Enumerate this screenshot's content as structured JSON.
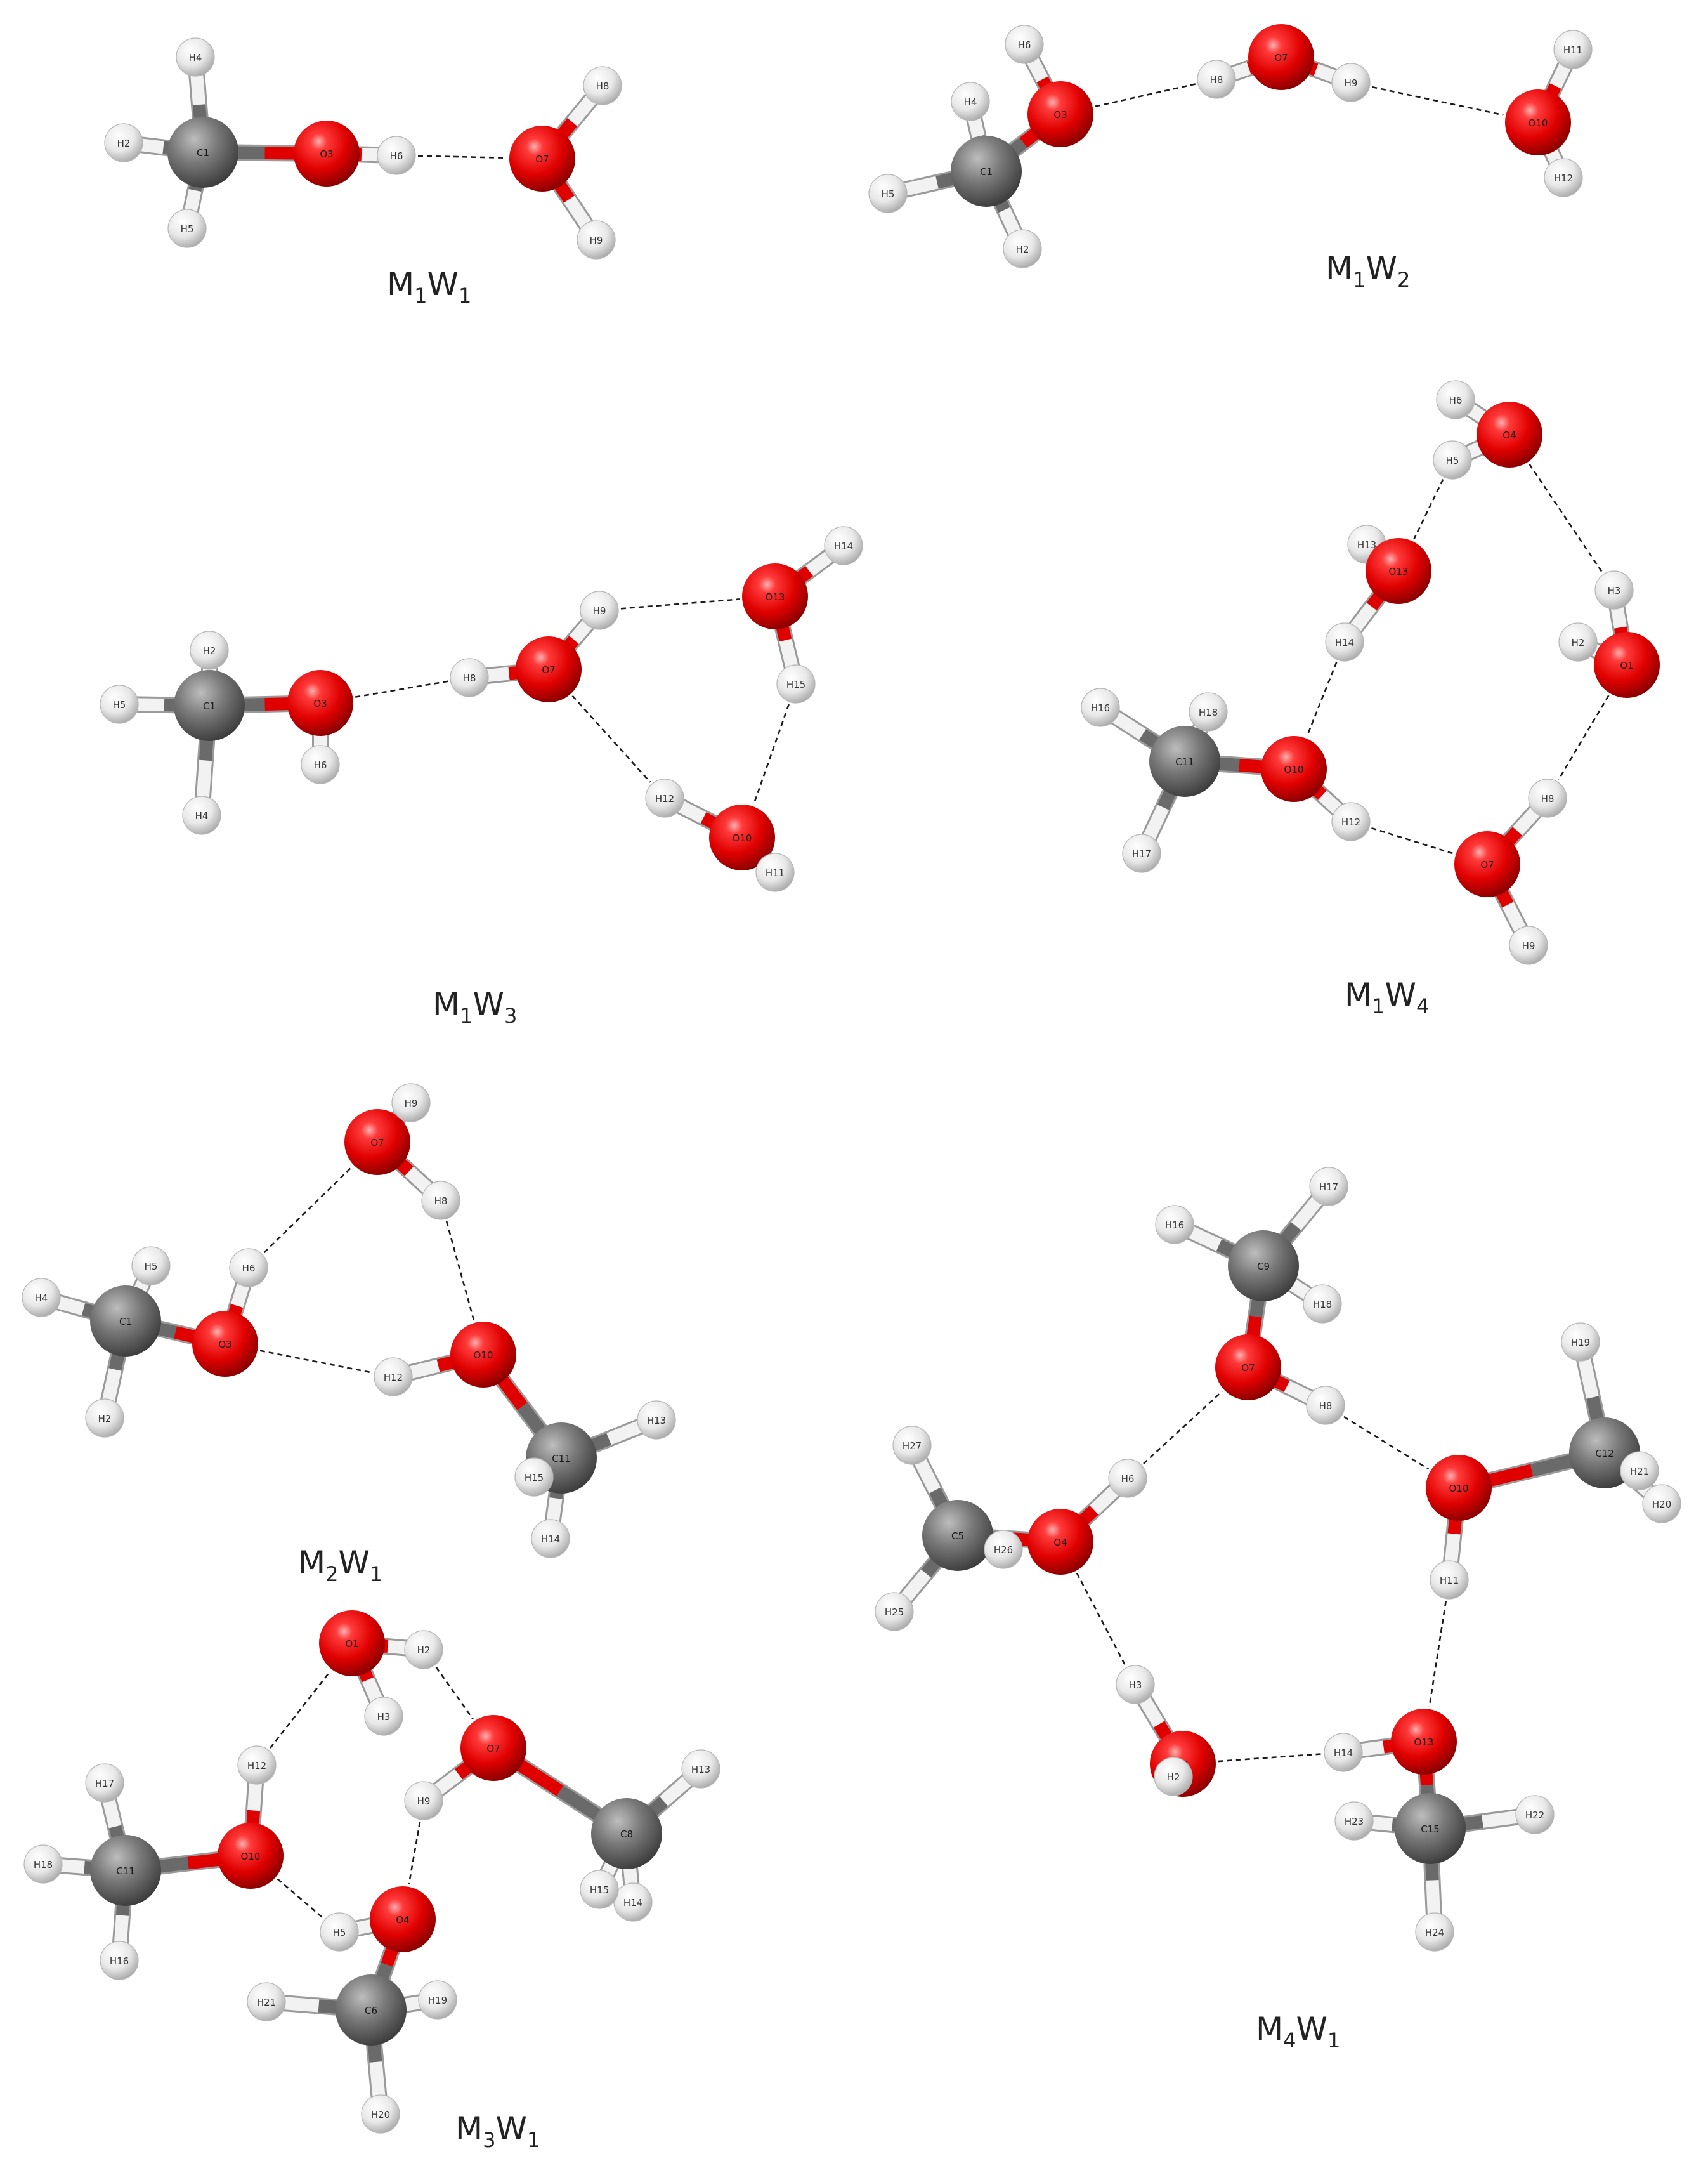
{
  "panels": [
    {
      "id": "m1w1",
      "caption": {
        "base1": "M",
        "sub1": "1",
        "base2": "W",
        "sub2": "1"
      },
      "atoms": [
        {
          "id": "C1",
          "label": "C1",
          "el": "C"
        },
        {
          "id": "O3",
          "label": "O3",
          "el": "O"
        },
        {
          "id": "H2",
          "label": "H2",
          "el": "H"
        },
        {
          "id": "H4",
          "label": "H4",
          "el": "H"
        },
        {
          "id": "H5",
          "label": "H5",
          "el": "H"
        },
        {
          "id": "H6",
          "label": "H6",
          "el": "H"
        },
        {
          "id": "O7",
          "label": "O7",
          "el": "O"
        },
        {
          "id": "H8",
          "label": "H8",
          "el": "H"
        },
        {
          "id": "H9",
          "label": "H9",
          "el": "H"
        }
      ],
      "bonds": [
        [
          "C1",
          "O3"
        ],
        [
          "C1",
          "H2"
        ],
        [
          "C1",
          "H4"
        ],
        [
          "C1",
          "H5"
        ],
        [
          "O3",
          "H6"
        ],
        [
          "O7",
          "H8"
        ],
        [
          "O7",
          "H9"
        ]
      ],
      "hbonds": [
        [
          "H6",
          "O7"
        ]
      ]
    },
    {
      "id": "m1w2",
      "caption": {
        "base1": "M",
        "sub1": "1",
        "base2": "W",
        "sub2": "2"
      },
      "atoms": [
        {
          "id": "C1",
          "label": "C1",
          "el": "C"
        },
        {
          "id": "O3",
          "label": "O3",
          "el": "O"
        },
        {
          "id": "H2",
          "label": "H2",
          "el": "H"
        },
        {
          "id": "H4",
          "label": "H4",
          "el": "H"
        },
        {
          "id": "H5",
          "label": "H5",
          "el": "H"
        },
        {
          "id": "H6",
          "label": "H6",
          "el": "H"
        },
        {
          "id": "O7",
          "label": "O7",
          "el": "O"
        },
        {
          "id": "H8",
          "label": "H8",
          "el": "H"
        },
        {
          "id": "H9",
          "label": "H9",
          "el": "H"
        },
        {
          "id": "O10",
          "label": "O10",
          "el": "O"
        },
        {
          "id": "H11",
          "label": "H11",
          "el": "H"
        },
        {
          "id": "H12",
          "label": "H12",
          "el": "H"
        }
      ],
      "bonds": [
        [
          "C1",
          "O3"
        ],
        [
          "C1",
          "H2"
        ],
        [
          "C1",
          "H4"
        ],
        [
          "C1",
          "H5"
        ],
        [
          "O3",
          "H6"
        ],
        [
          "O7",
          "H8"
        ],
        [
          "O7",
          "H9"
        ],
        [
          "O10",
          "H11"
        ],
        [
          "O10",
          "H12"
        ]
      ],
      "hbonds": [
        [
          "O3",
          "H8"
        ],
        [
          "H9",
          "O10"
        ]
      ]
    },
    {
      "id": "m1w3",
      "caption": {
        "base1": "M",
        "sub1": "1",
        "base2": "W",
        "sub2": "3"
      },
      "atoms": [
        {
          "id": "C1",
          "label": "C1",
          "el": "C"
        },
        {
          "id": "O3",
          "label": "O3",
          "el": "O"
        },
        {
          "id": "H2",
          "label": "H2",
          "el": "H"
        },
        {
          "id": "H4",
          "label": "H4",
          "el": "H"
        },
        {
          "id": "H5",
          "label": "H5",
          "el": "H"
        },
        {
          "id": "H6",
          "label": "H6",
          "el": "H"
        },
        {
          "id": "O7",
          "label": "O7",
          "el": "O"
        },
        {
          "id": "H8",
          "label": "H8",
          "el": "H"
        },
        {
          "id": "H9",
          "label": "H9",
          "el": "H"
        },
        {
          "id": "O10",
          "label": "O10",
          "el": "O"
        },
        {
          "id": "H11",
          "label": "H11",
          "el": "H"
        },
        {
          "id": "H12",
          "label": "H12",
          "el": "H"
        },
        {
          "id": "O13",
          "label": "O13",
          "el": "O"
        },
        {
          "id": "H14",
          "label": "H14",
          "el": "H"
        },
        {
          "id": "H15",
          "label": "H15",
          "el": "H"
        }
      ],
      "bonds": [
        [
          "C1",
          "O3"
        ],
        [
          "C1",
          "H2"
        ],
        [
          "C1",
          "H4"
        ],
        [
          "C1",
          "H5"
        ],
        [
          "O3",
          "H6"
        ],
        [
          "O7",
          "H8"
        ],
        [
          "O7",
          "H9"
        ],
        [
          "O10",
          "H11"
        ],
        [
          "O10",
          "H12"
        ],
        [
          "O13",
          "H14"
        ],
        [
          "O13",
          "H15"
        ]
      ],
      "hbonds": [
        [
          "O3",
          "H8"
        ],
        [
          "H9",
          "O13"
        ],
        [
          "O7",
          "H12"
        ],
        [
          "H15",
          "O10"
        ]
      ]
    },
    {
      "id": "m1w4",
      "caption": {
        "base1": "M",
        "sub1": "1",
        "base2": "W",
        "sub2": "4"
      },
      "atoms": [
        {
          "id": "H6",
          "label": "H6",
          "el": "H"
        },
        {
          "id": "H5",
          "label": "H5",
          "el": "H"
        },
        {
          "id": "O4",
          "label": "O4",
          "el": "O"
        },
        {
          "id": "H13",
          "label": "H13",
          "el": "H"
        },
        {
          "id": "O13",
          "label": "O13",
          "el": "O"
        },
        {
          "id": "H14",
          "label": "H14",
          "el": "H"
        },
        {
          "id": "H3",
          "label": "H3",
          "el": "H"
        },
        {
          "id": "H2",
          "label": "H2",
          "el": "H"
        },
        {
          "id": "O1",
          "label": "O1",
          "el": "O"
        },
        {
          "id": "C11",
          "label": "C11",
          "el": "C"
        },
        {
          "id": "O10",
          "label": "O10",
          "el": "O"
        },
        {
          "id": "H16",
          "label": "H16",
          "el": "H"
        },
        {
          "id": "H17",
          "label": "H17",
          "el": "H"
        },
        {
          "id": "H18",
          "label": "H18",
          "el": "H"
        },
        {
          "id": "H12",
          "label": "H12",
          "el": "H"
        },
        {
          "id": "H8",
          "label": "H8",
          "el": "H"
        },
        {
          "id": "O7",
          "label": "O7",
          "el": "O"
        },
        {
          "id": "H9",
          "label": "H9",
          "el": "H"
        }
      ],
      "bonds": [
        [
          "O4",
          "H6"
        ],
        [
          "O4",
          "H5"
        ],
        [
          "O13",
          "H13"
        ],
        [
          "O13",
          "H14"
        ],
        [
          "O1",
          "H3"
        ],
        [
          "O1",
          "H2"
        ],
        [
          "C11",
          "O10"
        ],
        [
          "C11",
          "H16"
        ],
        [
          "C11",
          "H17"
        ],
        [
          "C11",
          "H18"
        ],
        [
          "O10",
          "H12"
        ],
        [
          "O7",
          "H8"
        ],
        [
          "O7",
          "H9"
        ]
      ],
      "hbonds": [
        [
          "H5",
          "O13"
        ],
        [
          "O4",
          "H3"
        ],
        [
          "H14",
          "O10"
        ],
        [
          "O1",
          "H8"
        ],
        [
          "H12",
          "O7"
        ]
      ]
    },
    {
      "id": "m2w1",
      "caption": {
        "base1": "M",
        "sub1": "2",
        "base2": "W",
        "sub2": "1"
      },
      "atoms": [
        {
          "id": "O7",
          "label": "O7",
          "el": "O"
        },
        {
          "id": "H9",
          "label": "H9",
          "el": "H"
        },
        {
          "id": "H8",
          "label": "H8",
          "el": "H"
        },
        {
          "id": "C1",
          "label": "C1",
          "el": "C"
        },
        {
          "id": "O3",
          "label": "O3",
          "el": "O"
        },
        {
          "id": "H4",
          "label": "H4",
          "el": "H"
        },
        {
          "id": "H5",
          "label": "H5",
          "el": "H"
        },
        {
          "id": "H2",
          "label": "H2",
          "el": "H"
        },
        {
          "id": "H6",
          "label": "H6",
          "el": "H"
        },
        {
          "id": "O10",
          "label": "O10",
          "el": "O"
        },
        {
          "id": "H12",
          "label": "H12",
          "el": "H"
        },
        {
          "id": "C11",
          "label": "C11",
          "el": "C"
        },
        {
          "id": "H13",
          "label": "H13",
          "el": "H"
        },
        {
          "id": "H14",
          "label": "H14",
          "el": "H"
        },
        {
          "id": "H15",
          "label": "H15",
          "el": "H"
        }
      ],
      "bonds": [
        [
          "O7",
          "H9"
        ],
        [
          "O7",
          "H8"
        ],
        [
          "C1",
          "O3"
        ],
        [
          "C1",
          "H4"
        ],
        [
          "C1",
          "H5"
        ],
        [
          "C1",
          "H2"
        ],
        [
          "O3",
          "H6"
        ],
        [
          "O10",
          "H12"
        ],
        [
          "O10",
          "C11"
        ],
        [
          "C11",
          "H13"
        ],
        [
          "C11",
          "H14"
        ],
        [
          "C11",
          "H15"
        ]
      ],
      "hbonds": [
        [
          "H6",
          "O7"
        ],
        [
          "H8",
          "O10"
        ],
        [
          "O3",
          "H12"
        ]
      ]
    },
    {
      "id": "m3w1",
      "caption": {
        "base1": "M",
        "sub1": "3",
        "base2": "W",
        "sub2": "1"
      },
      "atoms": [
        {
          "id": "O1",
          "label": "O1",
          "el": "O"
        },
        {
          "id": "H2",
          "label": "H2",
          "el": "H"
        },
        {
          "id": "H3",
          "label": "H3",
          "el": "H"
        },
        {
          "id": "O7",
          "label": "O7",
          "el": "O"
        },
        {
          "id": "C8",
          "label": "C8",
          "el": "C"
        },
        {
          "id": "H9",
          "label": "H9",
          "el": "H"
        },
        {
          "id": "H13",
          "label": "H13",
          "el": "H"
        },
        {
          "id": "H14",
          "label": "H14",
          "el": "H"
        },
        {
          "id": "H15",
          "label": "H15",
          "el": "H"
        },
        {
          "id": "C11",
          "label": "C11",
          "el": "C"
        },
        {
          "id": "O10",
          "label": "O10",
          "el": "O"
        },
        {
          "id": "H12",
          "label": "H12",
          "el": "H"
        },
        {
          "id": "H16",
          "label": "H16",
          "el": "H"
        },
        {
          "id": "H17",
          "label": "H17",
          "el": "H"
        },
        {
          "id": "H18",
          "label": "H18",
          "el": "H"
        },
        {
          "id": "O4",
          "label": "O4",
          "el": "O"
        },
        {
          "id": "H5",
          "label": "H5",
          "el": "H"
        },
        {
          "id": "C6",
          "label": "C6",
          "el": "C"
        },
        {
          "id": "H19",
          "label": "H19",
          "el": "H"
        },
        {
          "id": "H20",
          "label": "H20",
          "el": "H"
        },
        {
          "id": "H21",
          "label": "H21",
          "el": "H"
        }
      ],
      "bonds": [
        [
          "O1",
          "H2"
        ],
        [
          "O1",
          "H3"
        ],
        [
          "O7",
          "C8"
        ],
        [
          "O7",
          "H9"
        ],
        [
          "C8",
          "H13"
        ],
        [
          "C8",
          "H14"
        ],
        [
          "C8",
          "H15"
        ],
        [
          "C11",
          "O10"
        ],
        [
          "O10",
          "H12"
        ],
        [
          "C11",
          "H16"
        ],
        [
          "C11",
          "H17"
        ],
        [
          "C11",
          "H18"
        ],
        [
          "O4",
          "H5"
        ],
        [
          "O4",
          "C6"
        ],
        [
          "C6",
          "H19"
        ],
        [
          "C6",
          "H20"
        ],
        [
          "C6",
          "H21"
        ]
      ],
      "hbonds": [
        [
          "H12",
          "O1"
        ],
        [
          "H2",
          "O7"
        ],
        [
          "H9",
          "O4"
        ],
        [
          "O10",
          "H5"
        ]
      ]
    },
    {
      "id": "m4w1",
      "caption": {
        "base1": "M",
        "sub1": "4",
        "base2": "W",
        "sub2": "1"
      },
      "atoms": [
        {
          "id": "H17",
          "label": "H17",
          "el": "H"
        },
        {
          "id": "H16",
          "label": "H16",
          "el": "H"
        },
        {
          "id": "C9",
          "label": "C9",
          "el": "C"
        },
        {
          "id": "H18",
          "label": "H18",
          "el": "H"
        },
        {
          "id": "O7",
          "label": "O7",
          "el": "O"
        },
        {
          "id": "H8",
          "label": "H8",
          "el": "H"
        },
        {
          "id": "H19",
          "label": "H19",
          "el": "H"
        },
        {
          "id": "C12",
          "label": "C12",
          "el": "C"
        },
        {
          "id": "H21",
          "label": "H21",
          "el": "H"
        },
        {
          "id": "H20",
          "label": "H20",
          "el": "H"
        },
        {
          "id": "O10",
          "label": "O10",
          "el": "O"
        },
        {
          "id": "H11",
          "label": "H11",
          "el": "H"
        },
        {
          "id": "H27",
          "label": "H27",
          "el": "H"
        },
        {
          "id": "C5",
          "label": "C5",
          "el": "C"
        },
        {
          "id": "H26",
          "label": "H26",
          "el": "H"
        },
        {
          "id": "H25",
          "label": "H25",
          "el": "H"
        },
        {
          "id": "O4",
          "label": "O4",
          "el": "O"
        },
        {
          "id": "H6",
          "label": "H6",
          "el": "H"
        },
        {
          "id": "H3",
          "label": "H3",
          "el": "H"
        },
        {
          "id": "O1",
          "label": "O1",
          "el": "O"
        },
        {
          "id": "H2",
          "label": "H2",
          "el": "H"
        },
        {
          "id": "H14",
          "label": "H14",
          "el": "H"
        },
        {
          "id": "O13",
          "label": "O13",
          "el": "O"
        },
        {
          "id": "C15",
          "label": "C15",
          "el": "C"
        },
        {
          "id": "H22",
          "label": "H22",
          "el": "H"
        },
        {
          "id": "H23",
          "label": "H23",
          "el": "H"
        },
        {
          "id": "H24",
          "label": "H24",
          "el": "H"
        }
      ],
      "bonds": [
        [
          "C9",
          "H16"
        ],
        [
          "C9",
          "H17"
        ],
        [
          "C9",
          "H18"
        ],
        [
          "C9",
          "O7"
        ],
        [
          "O7",
          "H8"
        ],
        [
          "C12",
          "H19"
        ],
        [
          "C12",
          "H20"
        ],
        [
          "C12",
          "H21"
        ],
        [
          "C12",
          "O10"
        ],
        [
          "O10",
          "H11"
        ],
        [
          "C5",
          "H25"
        ],
        [
          "C5",
          "H26"
        ],
        [
          "C5",
          "H27"
        ],
        [
          "C5",
          "O4"
        ],
        [
          "O4",
          "H6"
        ],
        [
          "O1",
          "H3"
        ],
        [
          "O1",
          "H2"
        ],
        [
          "O13",
          "H14"
        ],
        [
          "O13",
          "C15"
        ],
        [
          "C15",
          "H22"
        ],
        [
          "C15",
          "H23"
        ],
        [
          "C15",
          "H24"
        ]
      ],
      "hbonds": [
        [
          "H6",
          "O7"
        ],
        [
          "H8",
          "O10"
        ],
        [
          "H11",
          "O13"
        ],
        [
          "O4",
          "H3"
        ],
        [
          "O1",
          "H14"
        ]
      ]
    }
  ]
}
